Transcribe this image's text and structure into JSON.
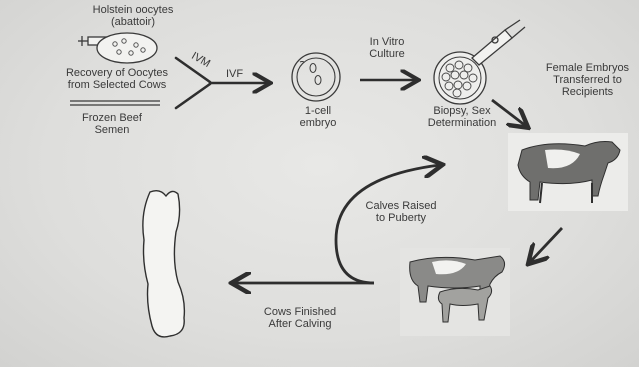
{
  "labels": {
    "holstein": {
      "line1": "Holstein oocytes",
      "line2": "(abattoir)"
    },
    "recovery": {
      "line1": "Recovery of Oocytes",
      "line2": "from Selected Cows"
    },
    "frozen": {
      "line1": "Frozen Beef",
      "line2": "Semen"
    },
    "ivm": "IVM",
    "ivf": "IVF",
    "one_cell": {
      "line1": "1-cell",
      "line2": "embryo"
    },
    "in_vitro": {
      "line1": "In Vitro",
      "line2": "Culture"
    },
    "biopsy": {
      "line1": "Biopsy, Sex",
      "line2": "Determination"
    },
    "female": {
      "line1": "Female Embryos",
      "line2": "Transferred to",
      "line3": "Recipients"
    },
    "calves": {
      "line1": "Calves Raised",
      "line2": "to Puberty"
    },
    "cows": {
      "line1": "Cows Finished",
      "line2": "After Calving"
    }
  },
  "icons": [
    "syringe-icon",
    "petri-dish-icon",
    "semen-straw-icon",
    "embryo-icon",
    "embryo-culture-icon",
    "biopsy-pipette-icon",
    "recipient-cow-icon",
    "cow-with-calf-icon",
    "beef-carcass-icon"
  ],
  "colors": {
    "ink": "#3a3a3a",
    "background": "#dededc"
  }
}
